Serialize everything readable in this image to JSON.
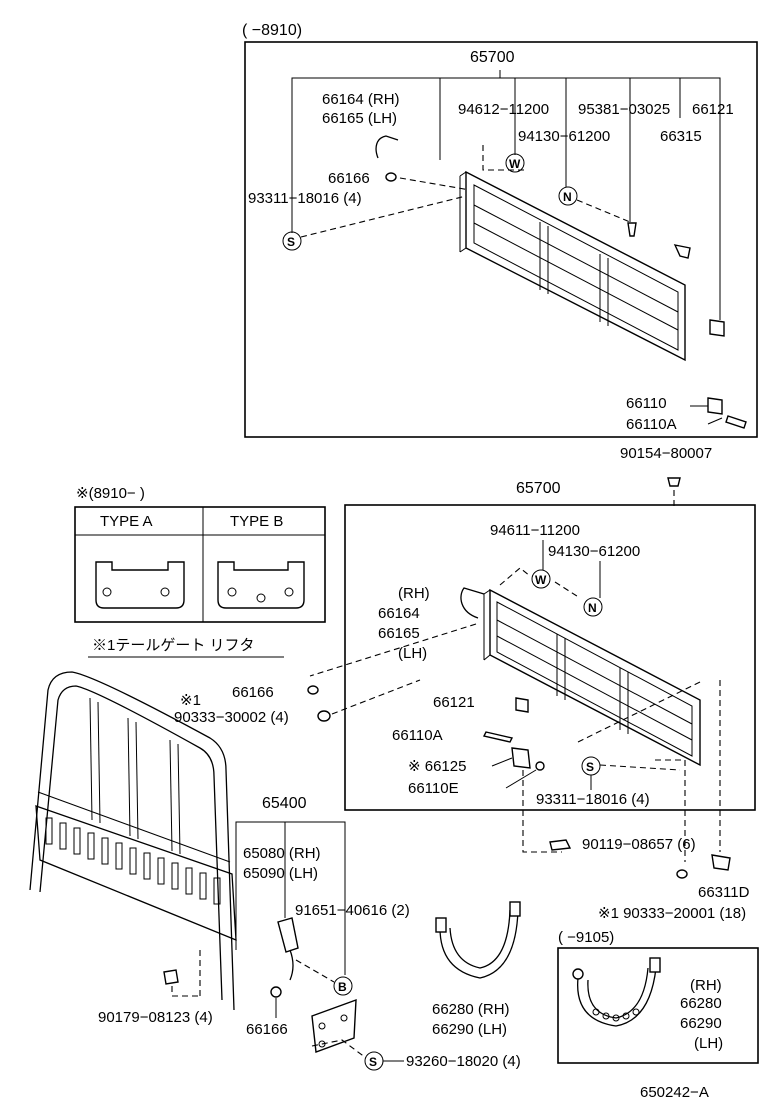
{
  "labels": {
    "top_range": "(      −8910)",
    "top_assy": "65700",
    "p66164_rh": "66164 (RH)",
    "p66165_lh": "66165 (LH)",
    "p94612": "94612−11200",
    "p95381": "95381−03025",
    "p66121_top": "66121",
    "p94130_top": "94130−61200",
    "p66315": "66315",
    "p66166_top": "66166",
    "p93311_top": "93311−18016 (4)",
    "p66110": "66110",
    "p66110A_top": "66110A",
    "p90154": "90154−80007",
    "type_range": "※(8910−          )",
    "type_a": "TYPE  A",
    "type_b": "TYPE  B",
    "lifter_note": "※1テールゲート  リフタ",
    "mid_assy": "65700",
    "p94611": "94611−11200",
    "p94130_mid": "94130−61200",
    "rh_mid": "(RH)",
    "p66164_mid": "66164",
    "p66165_mid": "66165",
    "lh_mid": "(LH)",
    "p66166_mid": "66166",
    "note1_a": "※1",
    "p90333_30002": "90333−30002 (4)",
    "p66121_mid": "66121",
    "p66110A_mid": "66110A",
    "p66125": "※ 66125",
    "p66110E": "66110E",
    "p93311_mid": "93311−18016 (4)",
    "p90119": "90119−08657 (6)",
    "p66311D": "66311D",
    "p90333_20001": "※1 90333−20001 (18)",
    "p65400": "65400",
    "p65080": "65080 (RH)",
    "p65090": "65090 (LH)",
    "p91651": "91651−40616 (2)",
    "p90179": "90179−08123 (4)",
    "p66166_bot": "66166",
    "p93260": "93260−18020 (4)",
    "p66280_rh": "66280 (RH)",
    "p66290_lh": "66290 (LH)",
    "bot_range": "(       −9105)",
    "rh_bot": "(RH)",
    "p66280_bot": "66280",
    "p66290_bot": "66290",
    "lh_bot": "(LH)",
    "diagram_id": "650242−A",
    "circle_W": "W",
    "circle_N": "N",
    "circle_S": "S",
    "circle_B": "B"
  }
}
